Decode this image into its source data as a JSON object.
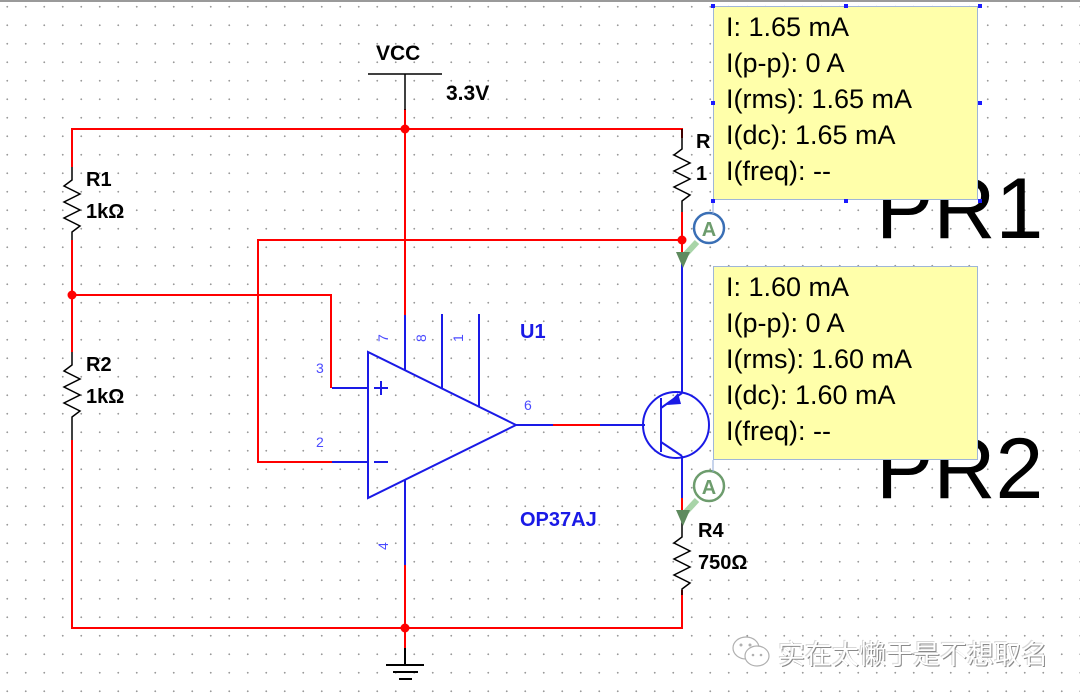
{
  "schematic": {
    "supply": {
      "name": "VCC",
      "value": "3.3V"
    },
    "resistors": [
      {
        "ref": "R1",
        "value": "1kΩ"
      },
      {
        "ref": "R2",
        "value": "1kΩ"
      },
      {
        "ref": "R",
        "value": "1"
      },
      {
        "ref": "R4",
        "value": "750Ω"
      }
    ],
    "opamp": {
      "ref": "U1",
      "model": "OP37AJ",
      "pins": {
        "noninv": "3",
        "inv": "2",
        "vpos": "7",
        "p8": "8",
        "p1": "1",
        "out": "6",
        "vneg": "4"
      },
      "plus_sign": "+",
      "minus_sign": "−"
    },
    "probe_glyph": "A"
  },
  "probes": [
    {
      "name": "PR1",
      "readings": [
        "I: 1.65 mA",
        "I(p-p): 0 A",
        "I(rms): 1.65 mA",
        "I(dc): 1.65 mA",
        "I(freq): --"
      ]
    },
    {
      "name": "PR2",
      "readings": [
        "I: 1.60 mA",
        "I(p-p): 0 A",
        "I(rms): 1.60 mA",
        "I(dc): 1.60 mA",
        "I(freq): --"
      ]
    }
  ],
  "watermark": {
    "text": "实在太懒于是不想取名",
    "icon": "wechat-icon"
  },
  "colors": {
    "wire": "#ff0000",
    "component": "#000000",
    "opamp": "#1a1ae6",
    "probe_fill": "#ffffaa",
    "probe_icon": "#6d9c6d"
  }
}
